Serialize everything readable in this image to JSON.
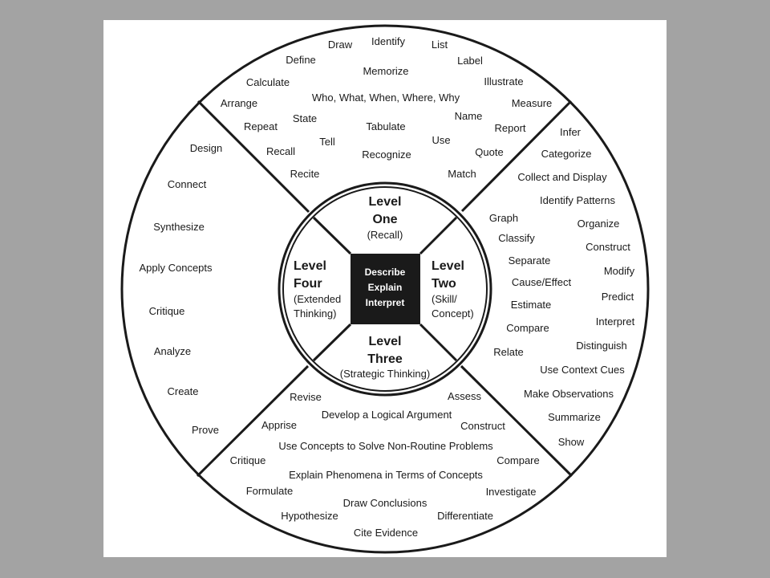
{
  "colors": {
    "background": "#a3a3a3",
    "panel": "#ffffff",
    "ink": "#1a1a1a",
    "center_box": "#1a1a1a"
  },
  "center": {
    "line1": "Describe",
    "line2": "Explain",
    "line3": "Interpret"
  },
  "levels": {
    "one": {
      "line1": "Level",
      "line2": "One",
      "sub1": "(Recall)"
    },
    "two": {
      "line1": "Level",
      "line2": "Two",
      "sub1": "(Skill/",
      "sub2": "Concept)"
    },
    "three": {
      "line1": "Level",
      "line2": "Three",
      "sub1": "(Strategic Thinking)"
    },
    "four": {
      "line1": "Level",
      "line2": "Four",
      "sub1": "(Extended",
      "sub2": "Thinking)"
    }
  },
  "verbs": {
    "level_one": [
      "Draw",
      "Identify",
      "List",
      "Define",
      "Label",
      "Memorize",
      "Calculate",
      "Illustrate",
      "Arrange",
      "Who, What, When, Where, Why",
      "Measure",
      "State",
      "Name",
      "Repeat",
      "Tabulate",
      "Report",
      "Tell",
      "Use",
      "Recall",
      "Quote",
      "Recognize",
      "Recite",
      "Match"
    ],
    "level_two": [
      "Infer",
      "Categorize",
      "Collect and Display",
      "Identify Patterns",
      "Graph",
      "Organize",
      "Classify",
      "Construct",
      "Separate",
      "Modify",
      "Cause/Effect",
      "Predict",
      "Estimate",
      "Interpret",
      "Compare",
      "Distinguish",
      "Relate",
      "Use Context Cues",
      "Make Observations",
      "Summarize",
      "Show"
    ],
    "level_three": [
      "Revise",
      "Assess",
      "Develop a Logical Argument",
      "Apprise",
      "Construct",
      "Use Concepts to Solve Non-Routine Problems",
      "Critique",
      "Compare",
      "Explain Phenomena in Terms of Concepts",
      "Formulate",
      "Investigate",
      "Draw Conclusions",
      "Hypothesize",
      "Differentiate",
      "Cite Evidence"
    ],
    "level_four": [
      "Design",
      "Connect",
      "Synthesize",
      "Apply Concepts",
      "Critique",
      "Analyze",
      "Create",
      "Prove"
    ]
  }
}
